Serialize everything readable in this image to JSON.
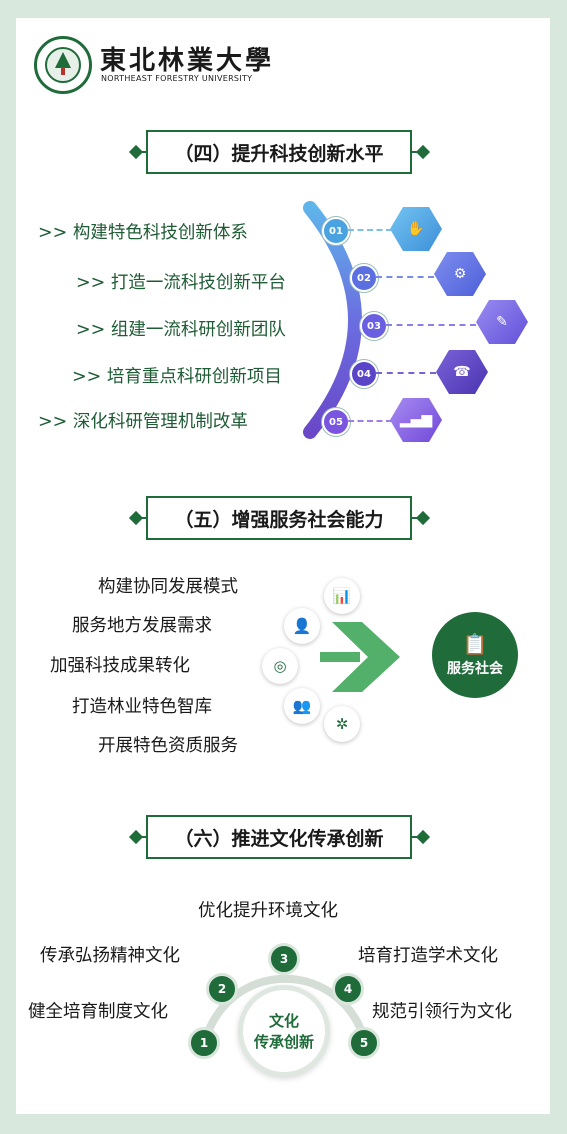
{
  "header": {
    "university_cn": "東北林業大學",
    "university_en": "NORTHEAST FORESTRY UNIVERSITY"
  },
  "section4": {
    "title": "（四）提升科技创新水平",
    "items": [
      {
        "num": "01",
        "text": ">> 构建特色科技创新体系",
        "icon": "hand-icon"
      },
      {
        "num": "02",
        "text": ">> 打造一流科技创新平台",
        "icon": "gear-icon"
      },
      {
        "num": "03",
        "text": ">> 组建一流科研创新团队",
        "icon": "pencil-icon"
      },
      {
        "num": "04",
        "text": ">> 培育重点科研创新项目",
        "icon": "phone-icon"
      },
      {
        "num": "05",
        "text": ">> 深化科研管理机制改革",
        "icon": "signal-icon"
      }
    ]
  },
  "section5": {
    "title": "（五）增强服务社会能力",
    "items": [
      {
        "text": "构建协同发展模式",
        "icon": "bar-chart-icon"
      },
      {
        "text": "服务地方发展需求",
        "icon": "presenter-icon"
      },
      {
        "text": "加强科技成果转化",
        "icon": "target-icon"
      },
      {
        "text": "打造林业特色智库",
        "icon": "people-icon"
      },
      {
        "text": "开展特色资质服务",
        "icon": "cog-icon"
      }
    ],
    "hub_label": "服务社会"
  },
  "section6": {
    "title": "（六）推进文化传承创新",
    "center_line1": "文化",
    "center_line2": "传承创新",
    "items": [
      {
        "num": "1",
        "text": "健全培育制度文化"
      },
      {
        "num": "2",
        "text": "传承弘扬精神文化"
      },
      {
        "num": "3",
        "text": "优化提升环境文化"
      },
      {
        "num": "4",
        "text": "培育打造学术文化"
      },
      {
        "num": "5",
        "text": "规范引领行为文化"
      }
    ]
  },
  "colors": {
    "brand_green": "#1f6b3a",
    "background": "#d9e8dd",
    "hex_01": "#4aa3e0",
    "hex_02": "#5b6fe0",
    "hex_03": "#6a5fe0",
    "hex_04": "#5a45c8",
    "hex_05": "#7a55e0"
  }
}
